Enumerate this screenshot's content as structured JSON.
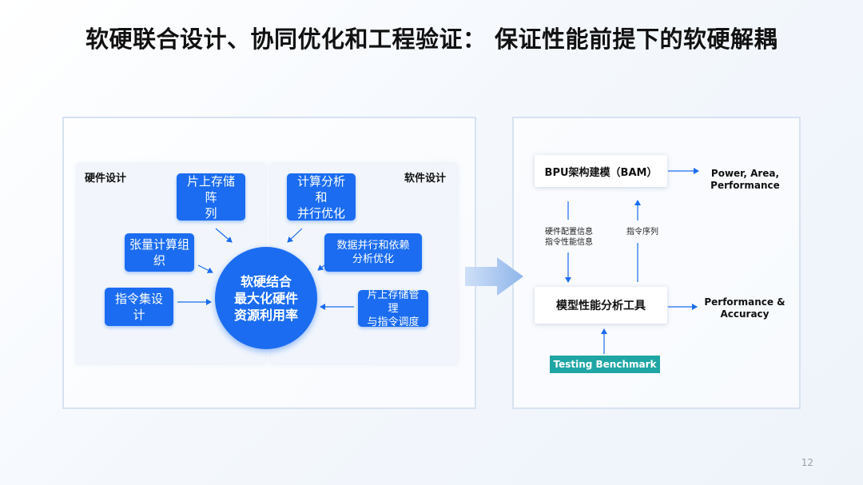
{
  "slide": {
    "title": "软硬联合设计、协同优化和工程验证： 保证性能前提下的软硬解耦",
    "page_number": "12"
  },
  "left": {
    "hardware_label": "硬件设计",
    "software_label": "软件设计",
    "center": [
      "软硬结合",
      "最大化硬件",
      "资源利用率"
    ],
    "hw_boxes": [
      {
        "lines": [
          "片上存储阵",
          "列"
        ]
      },
      {
        "lines": [
          "张量计算组",
          "织"
        ]
      },
      {
        "lines": [
          "指令集设计"
        ]
      }
    ],
    "sw_boxes": [
      {
        "lines": [
          "计算分析和",
          "并行优化"
        ]
      },
      {
        "lines": [
          "数据并行和依赖",
          "分析优化"
        ]
      },
      {
        "lines": [
          "片上存储管理",
          "与指令调度"
        ]
      }
    ]
  },
  "right": {
    "bam_box": "BPU架构建模（BAM）",
    "bam_output": [
      "Power, Area,",
      "Performance"
    ],
    "down_label": [
      "硬件配置信息",
      "指令性能信息"
    ],
    "up_label": "指令序列",
    "tool_box": "模型性能分析工具",
    "tool_output": [
      "Performance &",
      "Accuracy"
    ],
    "testing": "Testing Benchmark"
  },
  "colors": {
    "accent_blue": "#1b6cf0",
    "teal": "#1fa6a4",
    "frame": "#d7e2f1"
  }
}
